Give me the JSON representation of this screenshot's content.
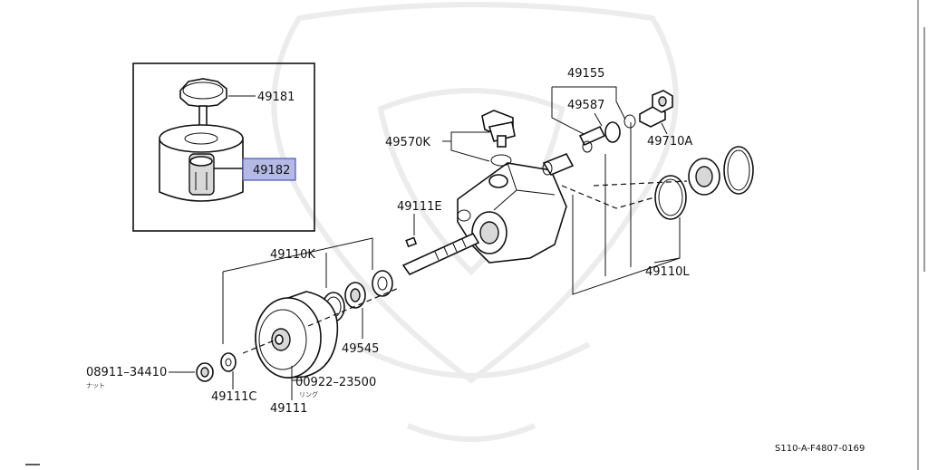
{
  "parts": {
    "p49181": "49181",
    "p49182": "49182",
    "p49570K": "49570K",
    "p49155": "49155",
    "p49587": "49587",
    "p49710A": "49710A",
    "p49111E": "49111E",
    "p49110K": "49110K",
    "p49545": "49545",
    "p49110L": "49110L",
    "p08911": "08911–34410",
    "p08911_sub": "ナット",
    "p49111C": "49111C",
    "p00922": "00922–23500",
    "p00922_sub": "リング",
    "p49111": "49111"
  },
  "ref_code": "S110-A-F4807-0169",
  "colors": {
    "highlight": "#b4b9e6",
    "line": "#111111"
  }
}
